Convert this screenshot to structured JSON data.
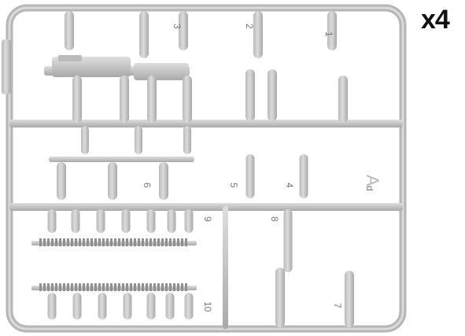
{
  "photo": {
    "quantity_label": "x4",
    "part_numbers": [
      "1",
      "2",
      "3",
      "4",
      "5",
      "6",
      "7",
      "8",
      "9",
      "10"
    ],
    "sprue_letter": "A",
    "sprue_letter_small": "d",
    "colors": {
      "plastic": "#cfcfcf",
      "plastic_shadow": "#a9a9a9",
      "background": "#ffffff"
    }
  }
}
